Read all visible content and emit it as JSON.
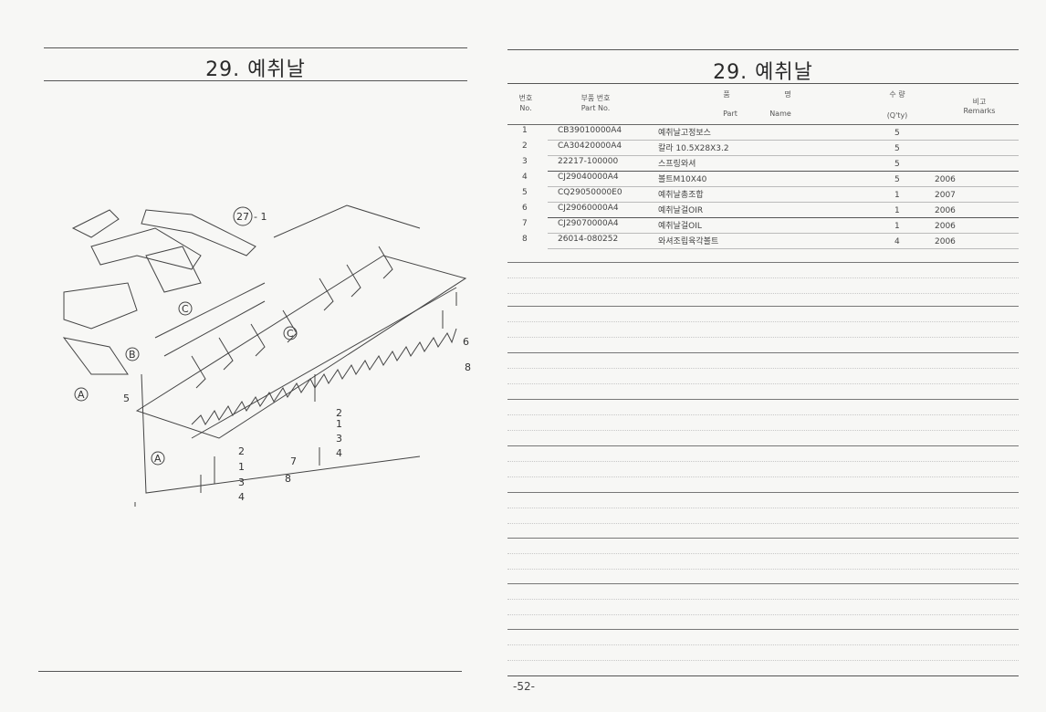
{
  "left_page": {
    "title": "29. 예취날",
    "callouts": {
      "ref_27": "27",
      "ref_27_qty": "- 1",
      "c1": "C",
      "c2": "C",
      "b": "B",
      "a1": "A",
      "a2": "A",
      "n5": "5",
      "n6": "6",
      "n8a": "8",
      "n2a": "2",
      "n1a": "1",
      "n3a": "3",
      "n4a": "4",
      "n7": "7",
      "n8b": "8",
      "n2b": "2",
      "n1b": "1",
      "n3b": "3",
      "n4b": "4"
    }
  },
  "right_page": {
    "title": "29. 예취날",
    "headers": {
      "no_ko": "번호",
      "no_en": "No.",
      "part_no_ko": "부품 번호",
      "part_no_en": "Part  No.",
      "name_ko_1": "품",
      "name_ko_2": "명",
      "name_en_1": "Part",
      "name_en_2": "Name",
      "qty_ko": "수  량",
      "qty_en": "(Q'ty)",
      "remarks_ko": "비고",
      "remarks_en": "Remarks"
    },
    "rows": [
      {
        "no": "1",
        "part_no": "CB39010000A4",
        "name": "예취날고정보스",
        "qty": "5",
        "remarks": ""
      },
      {
        "no": "2",
        "part_no": "CA30420000A4",
        "name": "칼라 10.5X28X3.2",
        "qty": "5",
        "remarks": ""
      },
      {
        "no": "3",
        "part_no": "22217-100000",
        "name": "스프링와셔",
        "qty": "5",
        "remarks": ""
      },
      {
        "no": "4",
        "part_no": "CJ29040000A4",
        "name": "볼트M10X40",
        "qty": "5",
        "remarks": "2006"
      },
      {
        "no": "5",
        "part_no": "CQ29050000E0",
        "name": "예취날총조합",
        "qty": "1",
        "remarks": "2007"
      },
      {
        "no": "6",
        "part_no": "CJ29060000A4",
        "name": "예취날걸OIR",
        "qty": "1",
        "remarks": "2006"
      },
      {
        "no": "7",
        "part_no": "CJ29070000A4",
        "name": "예취날걸OIL",
        "qty": "1",
        "remarks": "2006"
      },
      {
        "no": "8",
        "part_no": "26014-080252",
        "name": "와셔조립육각볼트",
        "qty": "4",
        "remarks": "2006"
      }
    ],
    "page_number": "-52-"
  }
}
